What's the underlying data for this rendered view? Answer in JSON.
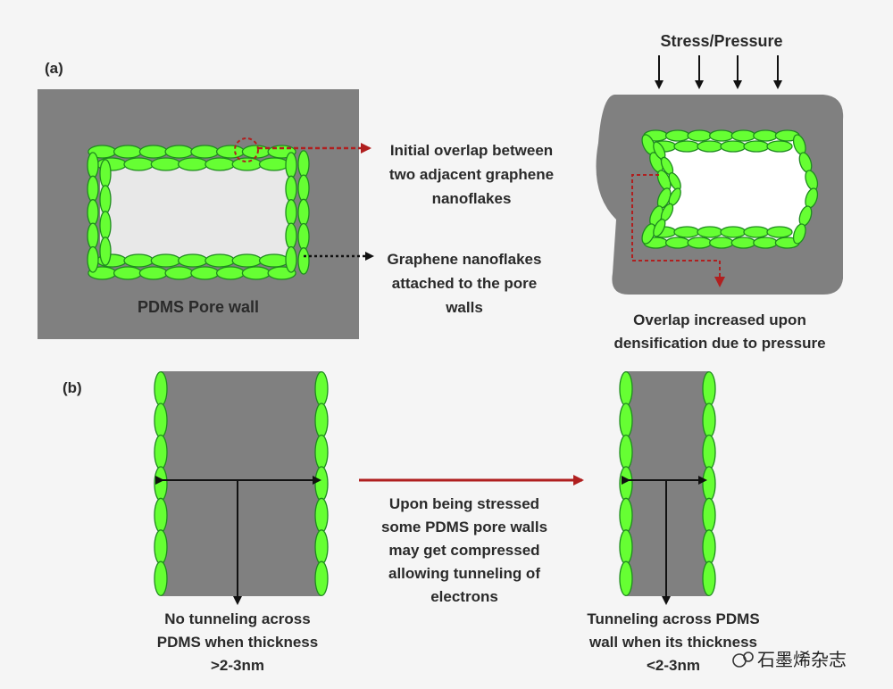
{
  "panel_a": {
    "label": "(a)",
    "pore_wall_label": "PDMS Pore wall",
    "overlap_callout": [
      "Initial overlap between",
      "two adjacent graphene",
      "nanoflakes"
    ],
    "flakes_callout": [
      "Graphene nanoflakes",
      "attached to the pore",
      "walls"
    ],
    "stress_label": "Stress/Pressure",
    "densification_callout": [
      "Overlap increased upon",
      "densification due to pressure"
    ]
  },
  "panel_b": {
    "label": "(b)",
    "arrow_text": [
      "Upon being stressed",
      "some PDMS pore walls",
      "may get compressed",
      "allowing tunneling of",
      "electrons"
    ],
    "left_caption": [
      "No tunneling across",
      "PDMS when thickness",
      ">2-3nm"
    ],
    "right_caption": [
      "Tunneling across PDMS",
      "wall when its thickness",
      "<2-3nm"
    ]
  },
  "watermark": "石墨烯杂志",
  "colors": {
    "pdms": "#808080",
    "pore": "#e8e8e8",
    "flake": "#66ff33",
    "flake_edge": "#1f8a1f",
    "accent": "#b01f1f"
  }
}
